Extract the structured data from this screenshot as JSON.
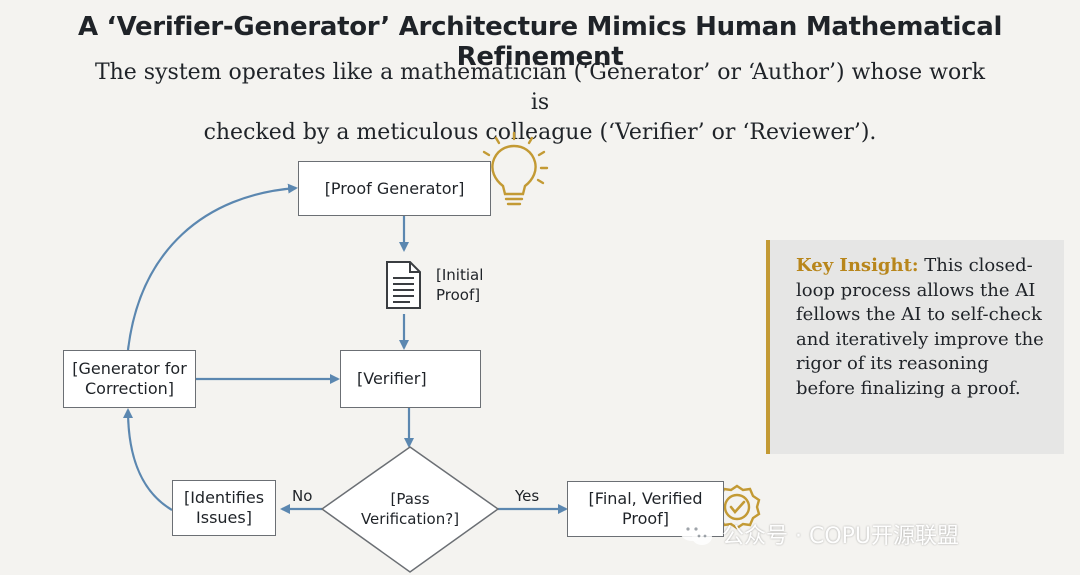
{
  "header": {
    "title": "A ‘Verifier-Generator’ Architecture Mimics Human Mathematical Refinement",
    "subtitle_line1": "The system operates like a mathematician (‘Generator’ or ‘Author’) whose work is",
    "subtitle_line2": "checked by a meticulous colleague (‘Verifier’ or ‘Reviewer’)."
  },
  "diagram": {
    "proof_generator": "[Proof Generator]",
    "initial_proof_line1": "[Initial",
    "initial_proof_line2": "Proof]",
    "verifier": "[Verifier]",
    "generator_correction_line1": "[Generator for",
    "generator_correction_line2": "Correction]",
    "pass_verification_line1": "[Pass",
    "pass_verification_line2": "Verification?]",
    "identifies_issues_line1": "[Identifies",
    "identifies_issues_line2": "Issues]",
    "final_proof_line1": "[Final, Verified",
    "final_proof_line2": "Proof]",
    "no_label": "No",
    "yes_label": "Yes"
  },
  "insight": {
    "key": "Key Insight:",
    "text": " This closed-loop process allows the AI fellows the AI to self-check and iteratively improve the rigor of its reasoning before finalizing a proof."
  },
  "watermark": {
    "text": "公众号 · COPU开源联盟"
  },
  "colors": {
    "arrow": "#5b87b0",
    "accent_gold": "#c39a34",
    "box_border": "#6b6f74",
    "background": "#f4f3f0"
  },
  "icons": [
    "lightbulb-icon",
    "document-icon",
    "magnifier-icon",
    "verified-badge-icon",
    "wechat-icon"
  ]
}
